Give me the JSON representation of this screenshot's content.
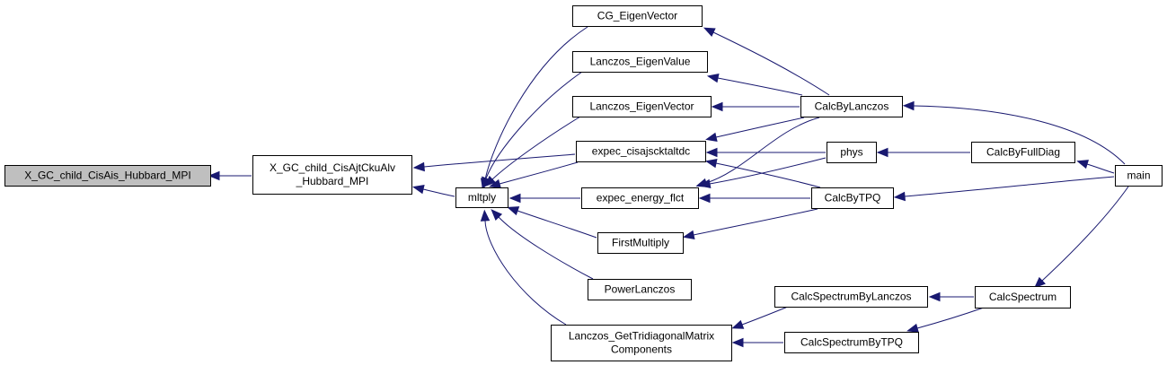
{
  "diagram": {
    "type": "call-graph",
    "colors": {
      "edge": "#191970",
      "node_fill": "#ffffff",
      "root_fill": "#bfbfbf",
      "node_border": "#000000"
    },
    "nodes": [
      {
        "id": "x_gc_child_cisais_hubbard_mpi",
        "lines": [
          "X_GC_child_CisAis_Hubbard_MPI"
        ],
        "root": true
      },
      {
        "id": "x_gc_child_cisajtckualv_hubbard_mpi",
        "lines": [
          "X_GC_child_CisAjtCkuAlv",
          "_Hubbard_MPI"
        ]
      },
      {
        "id": "mltply",
        "lines": [
          "mltply"
        ]
      },
      {
        "id": "cg_eigenvector",
        "lines": [
          "CG_EigenVector"
        ]
      },
      {
        "id": "lanczos_eigenvalue",
        "lines": [
          "Lanczos_EigenValue"
        ]
      },
      {
        "id": "lanczos_eigenvector",
        "lines": [
          "Lanczos_EigenVector"
        ]
      },
      {
        "id": "expec_cisajscktaltdc",
        "lines": [
          "expec_cisajscktaltdc"
        ]
      },
      {
        "id": "expec_energy_flct",
        "lines": [
          "expec_energy_flct"
        ]
      },
      {
        "id": "firstmultiply",
        "lines": [
          "FirstMultiply"
        ]
      },
      {
        "id": "powerlanczos",
        "lines": [
          "PowerLanczos"
        ]
      },
      {
        "id": "lanczos_gettridiagonalmatrixcomponents",
        "lines": [
          "Lanczos_GetTridiagonalMatrix",
          "Components"
        ]
      },
      {
        "id": "calcbylanczos",
        "lines": [
          "CalcByLanczos"
        ]
      },
      {
        "id": "phys",
        "lines": [
          "phys"
        ]
      },
      {
        "id": "calcbytpq",
        "lines": [
          "CalcByTPQ"
        ]
      },
      {
        "id": "calcspectrumbylanczos",
        "lines": [
          "CalcSpectrumByLanczos"
        ]
      },
      {
        "id": "calcspectrumbytpq",
        "lines": [
          "CalcSpectrumByTPQ"
        ]
      },
      {
        "id": "calcbyfulldiag",
        "lines": [
          "CalcByFullDiag"
        ]
      },
      {
        "id": "calcspectrum",
        "lines": [
          "CalcSpectrum"
        ]
      },
      {
        "id": "main",
        "lines": [
          "main"
        ]
      }
    ],
    "edges": [
      {
        "from": "x_gc_child_cisajtckualv_hubbard_mpi",
        "to": "x_gc_child_cisais_hubbard_mpi"
      },
      {
        "from": "mltply",
        "to": "x_gc_child_cisajtckualv_hubbard_mpi"
      },
      {
        "from": "expec_cisajscktaltdc",
        "to": "x_gc_child_cisajtckualv_hubbard_mpi"
      },
      {
        "from": "cg_eigenvector",
        "to": "mltply"
      },
      {
        "from": "lanczos_eigenvalue",
        "to": "mltply"
      },
      {
        "from": "lanczos_eigenvector",
        "to": "mltply"
      },
      {
        "from": "expec_cisajscktaltdc",
        "to": "mltply"
      },
      {
        "from": "expec_energy_flct",
        "to": "mltply"
      },
      {
        "from": "firstmultiply",
        "to": "mltply"
      },
      {
        "from": "powerlanczos",
        "to": "mltply"
      },
      {
        "from": "lanczos_gettridiagonalmatrixcomponents",
        "to": "mltply"
      },
      {
        "from": "calcbylanczos",
        "to": "cg_eigenvector"
      },
      {
        "from": "calcbylanczos",
        "to": "lanczos_eigenvalue"
      },
      {
        "from": "calcbylanczos",
        "to": "lanczos_eigenvector"
      },
      {
        "from": "calcbylanczos",
        "to": "expec_cisajscktaltdc"
      },
      {
        "from": "calcbylanczos",
        "to": "expec_energy_flct"
      },
      {
        "from": "phys",
        "to": "expec_cisajscktaltdc"
      },
      {
        "from": "phys",
        "to": "expec_energy_flct"
      },
      {
        "from": "calcbytpq",
        "to": "expec_cisajscktaltdc"
      },
      {
        "from": "calcbytpq",
        "to": "expec_energy_flct"
      },
      {
        "from": "calcbytpq",
        "to": "firstmultiply"
      },
      {
        "from": "calcbyfulldiag",
        "to": "phys"
      },
      {
        "from": "calcspectrumbylanczos",
        "to": "lanczos_gettridiagonalmatrixcomponents"
      },
      {
        "from": "calcspectrumbytpq",
        "to": "lanczos_gettridiagonalmatrixcomponents"
      },
      {
        "from": "calcspectrum",
        "to": "calcspectrumbylanczos"
      },
      {
        "from": "calcspectrum",
        "to": "calcspectrumbytpq"
      },
      {
        "from": "main",
        "to": "calcbylanczos"
      },
      {
        "from": "main",
        "to": "calcbyfulldiag"
      },
      {
        "from": "main",
        "to": "calcbytpq"
      },
      {
        "from": "main",
        "to": "calcspectrum"
      }
    ]
  }
}
